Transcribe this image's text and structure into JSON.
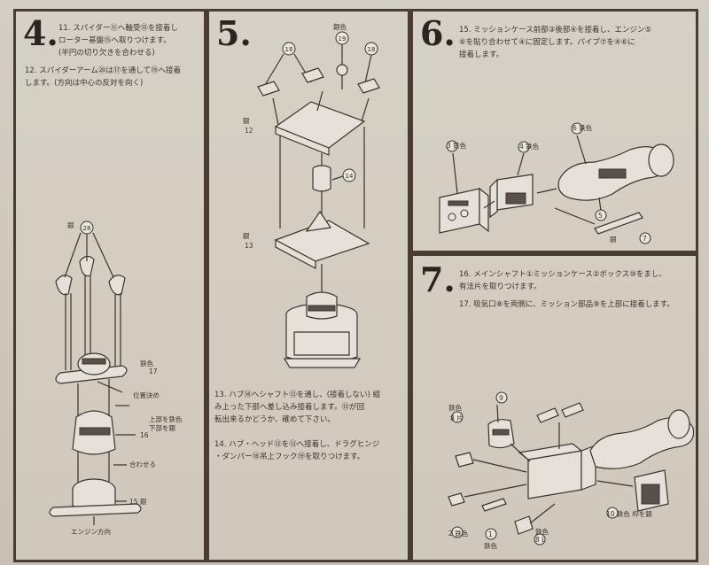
{
  "steps": [
    {
      "number": "4.",
      "instructions": [
        "11. スパイダー⑪へ軸受⑮を接着し\n    ローター基盤⑮へ取りつけます。\n    (半円の切り欠きを合わせる)",
        "12. スパイダーアーム㉘は⑰を通して⑲へ接着\n    します。(方向は中心の反対を向く)"
      ],
      "labels": {
        "top_color": "銀",
        "top_part": "28",
        "color_17": "鉄色",
        "part_17": "17",
        "position": "位置決め",
        "upper_iron": "上部を鉄色",
        "lower_silver": "下部を銀",
        "part_16": "16",
        "align": "合わせる",
        "part_15": "15 銀",
        "engine_dir": "エンジン方向"
      }
    },
    {
      "number": "5.",
      "instructions": [
        "13. ハブ⑭へシャフト⑬を通し、(接着しない) 組\n    み上った下部へ差し込み接着します。⑬が回\n    転出来るかどうか、確めて下さい。",
        "14. ハブ・ヘッド⑫を⑬へ接着し、ドラグヒンジ\n    ・ダンパー⑱吊上フック⑲を取りつけます。"
      ],
      "labels": {
        "color_18": "銀色",
        "part_18a": "18",
        "part_19": "19",
        "part_18b": "18",
        "silver_12": "銀",
        "part_12": "12",
        "part_14": "14",
        "silver_13": "銀",
        "part_13": "13"
      }
    },
    {
      "number": "6.",
      "instructions": [
        "15. ミッションケース前部③後部④を接着し、エンジン⑤\n    ⑥を貼り合わせて④に固定します。パイプ⑦を④⑥に\n    接着します。"
      ],
      "labels": {
        "part_3": "3 鉄色",
        "part_4": "4 鉄色",
        "part_6": "6 鉄色",
        "part_5": "5",
        "part_7": "7",
        "silver_7": "銀"
      }
    },
    {
      "number": "7.",
      "instructions": [
        "16. メインシャフト①ミッションケース②ボックス⑩をまし、\n    有法片を取りつけます。",
        "17. 吸気口⑧を両側に、ミッション部品⑨を上部に接着します。"
      ],
      "labels": {
        "color_8": "鉄色",
        "part_8": "8 片",
        "part_9": "9",
        "part_2": "2 鉄色",
        "part_1": "1",
        "iron_1": "鉄色",
        "iron_8b": "鉄色",
        "part_8b": "8 L",
        "part_10": "10 鉄色 枠を銀"
      }
    }
  ]
}
